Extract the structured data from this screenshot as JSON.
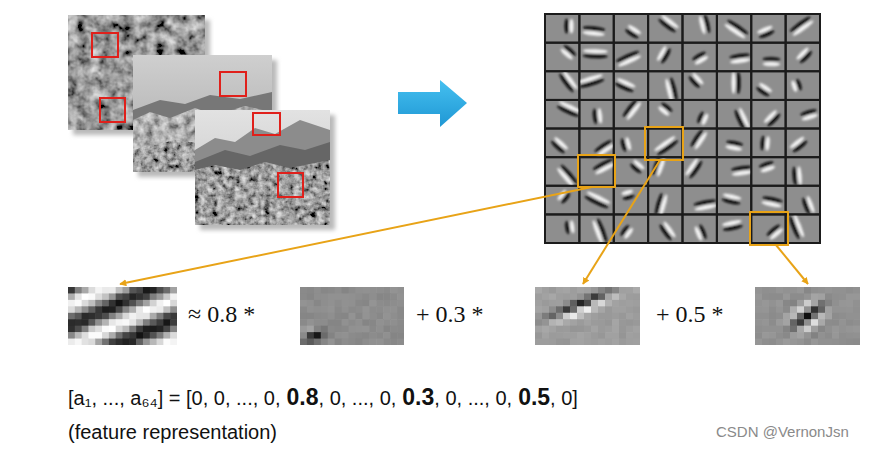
{
  "diagram": {
    "labels": [
      "≈ 0.8 *",
      "+ 0.3 *",
      "+ 0.5 *",
      "[a₁, ..., a₆₄] = [0, 0, ..., 0,",
      "0.8",
      ", 0, ..., 0,",
      "0.3",
      ", 0, ..., 0,",
      "0.5",
      ", 0]",
      "(feature representation)",
      "CSDN @VernonJsn"
    ]
  }
}
